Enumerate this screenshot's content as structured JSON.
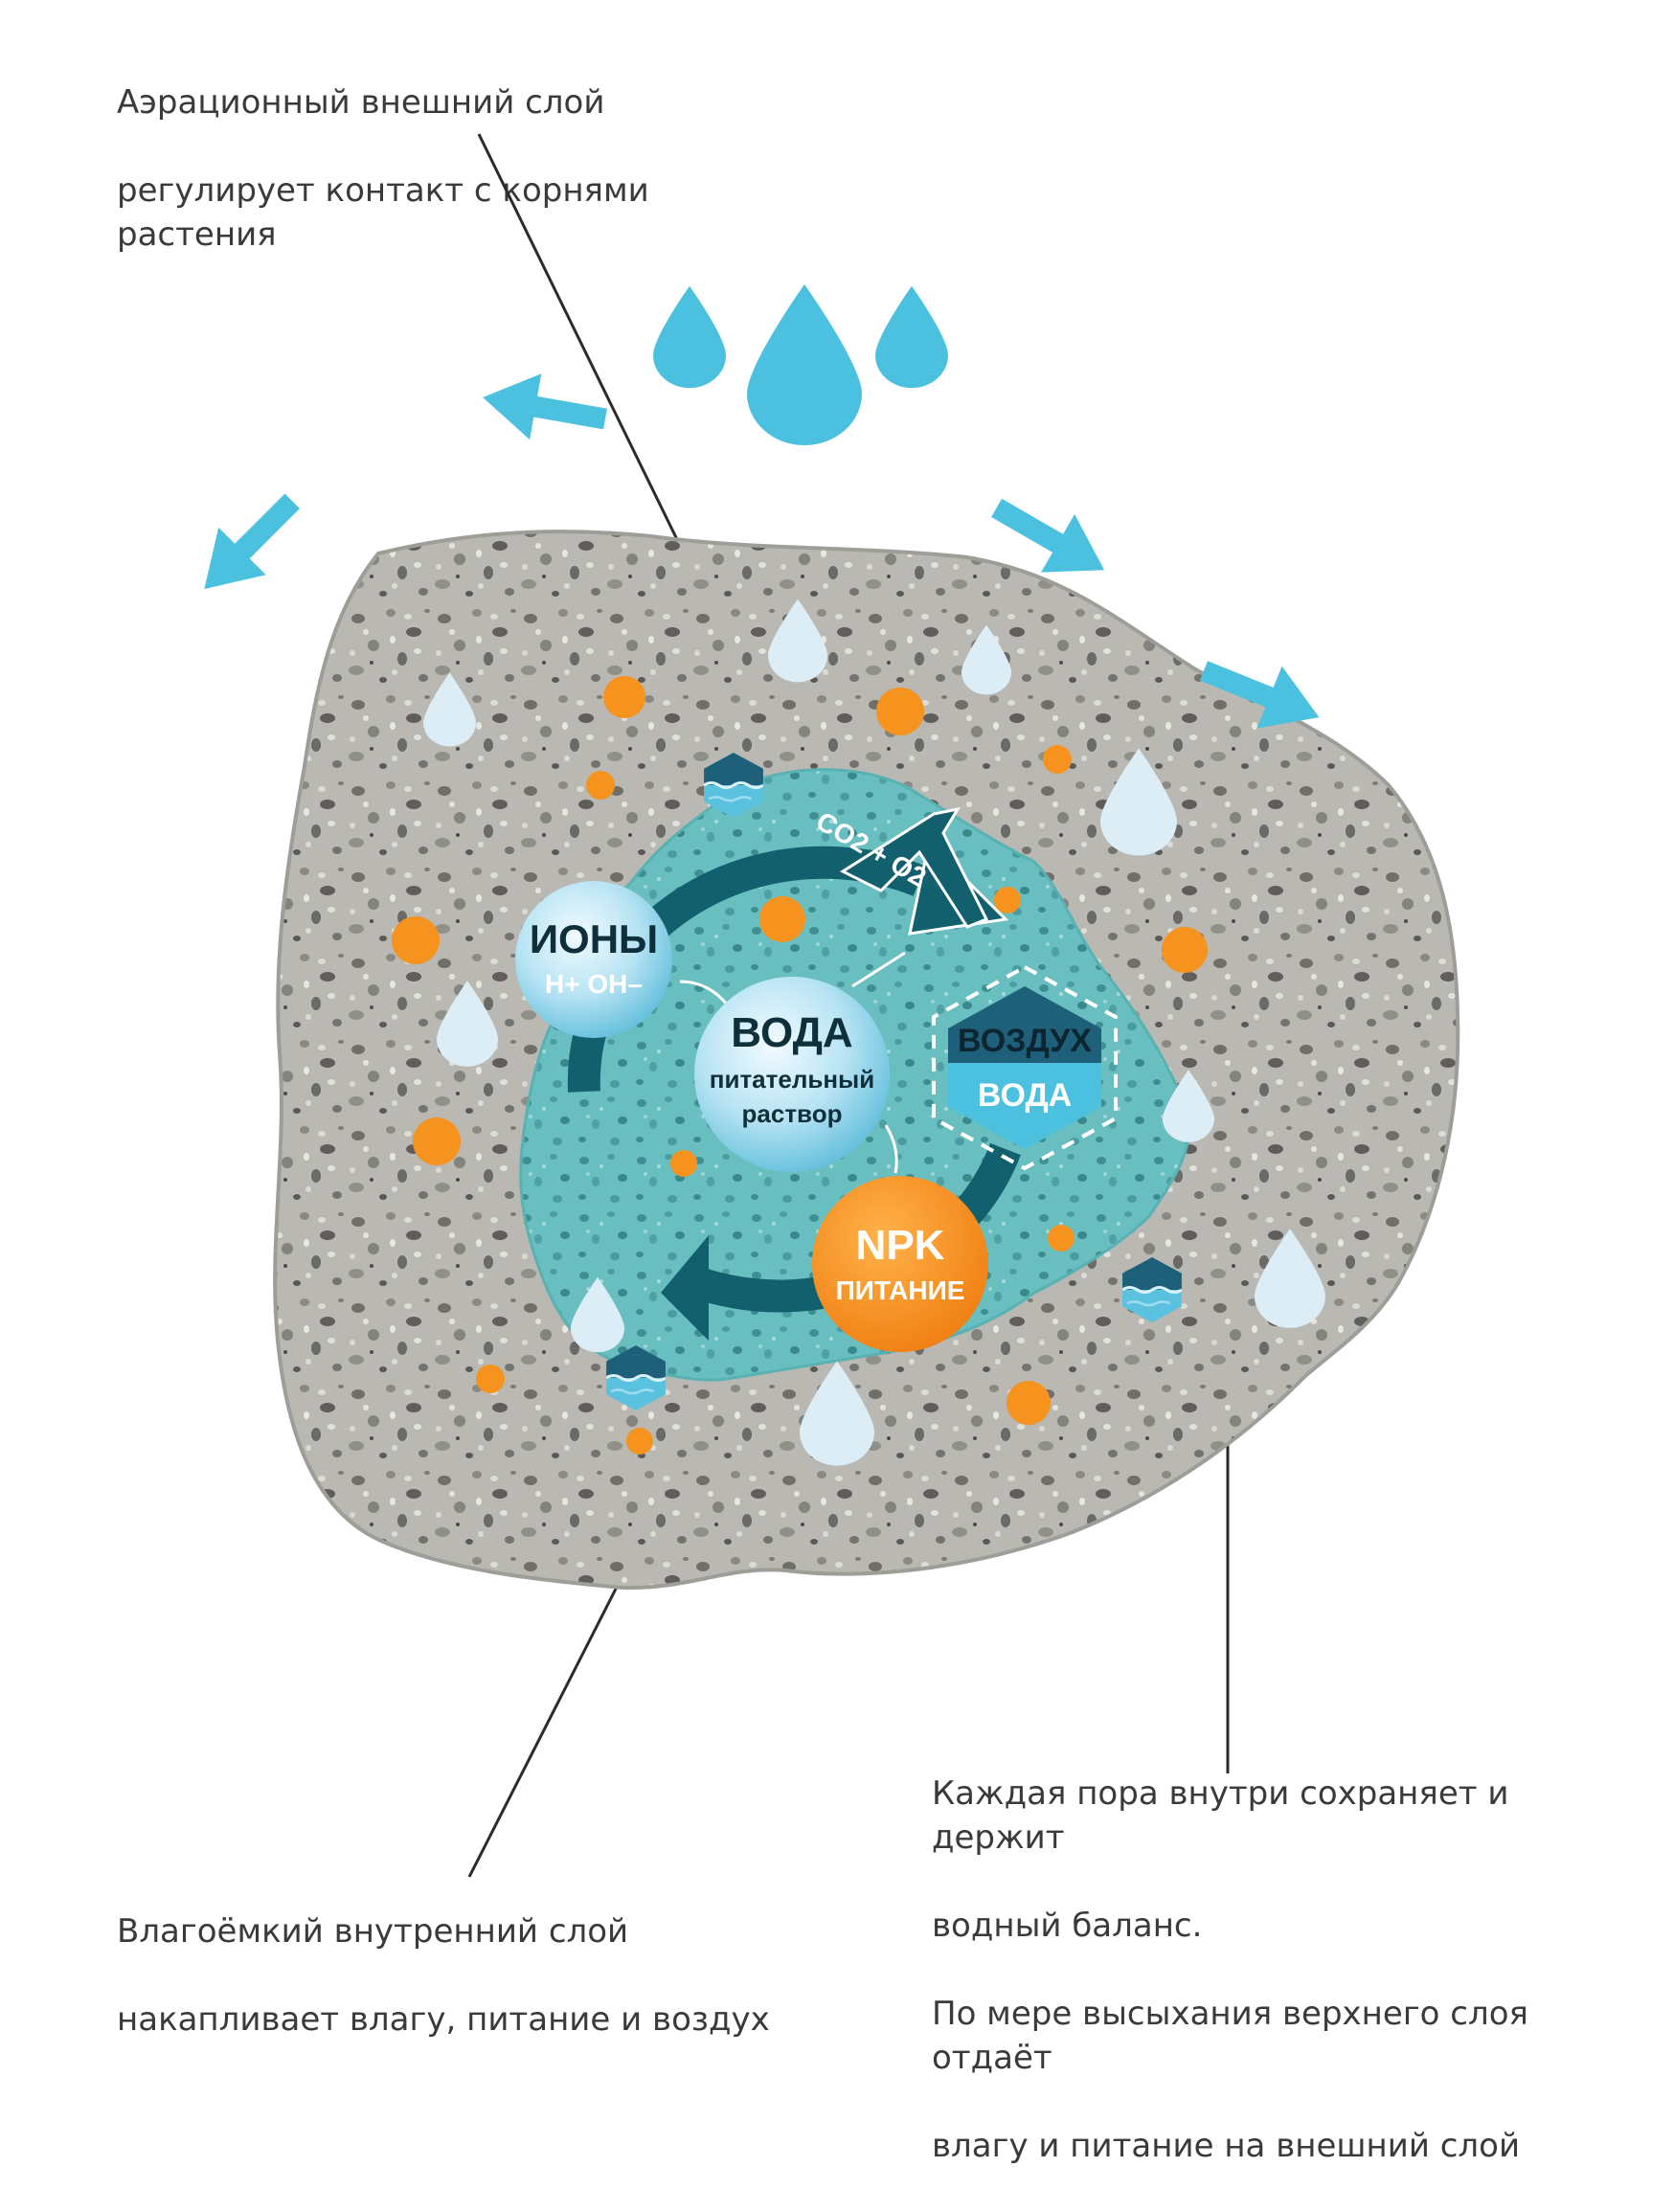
{
  "callouts": {
    "outer_layer": [
      "Аэрационный внешний слой",
      "регулирует контакт с корнями растения"
    ],
    "inner_layer": [
      "Влагоёмкий внутренний слой",
      "накапливает влагу, питание и воздух"
    ],
    "pores": [
      "Каждая пора внутри сохраняет и держит",
      "водный баланс.",
      "По мере высыхания верхнего слоя отдаёт",
      "влагу и питание на внешний слой"
    ]
  },
  "nodes": {
    "ions": {
      "title": "ИОНЫ",
      "sub": "H+ OH–"
    },
    "water": {
      "title": "ВОДА",
      "sub1": "питательный",
      "sub2": "раствор"
    },
    "npk": {
      "title": "NPK",
      "sub": "ПИТАНИЕ"
    },
    "air_water": {
      "top": "ВОЗДУХ",
      "bottom": "ВОДА"
    }
  },
  "gas_label": "CO2 + O2",
  "colors": {
    "stone": "#b8b7b1",
    "stone_dark": "#7d7c77",
    "inner_core": "#6cc2c3",
    "cycle_arrow": "#12606d",
    "drop_blue": "#4cc1df",
    "drop_light": "#dcedf6",
    "orange": "#f6921e",
    "leader_line": "#2b2b2b"
  },
  "icons": [
    "water-drop-icon",
    "arrow-icon",
    "hexagon-water-icon",
    "nutrient-dot-icon"
  ]
}
